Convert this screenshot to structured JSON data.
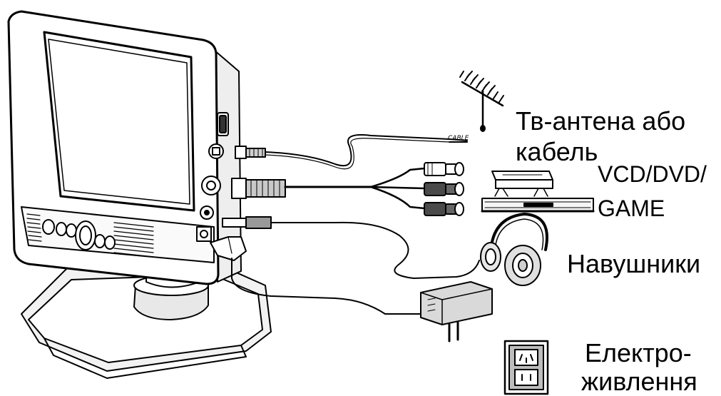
{
  "labels": {
    "antenna_line1": "Тв-антена або",
    "antenna_line2": "кабель",
    "cable_tag": "CABLE",
    "player_line1": "VCD/DVD/",
    "player_line2": "GAME",
    "headphones": "Навушники",
    "power_line1": "Електро-",
    "power_line2": "живлення"
  }
}
